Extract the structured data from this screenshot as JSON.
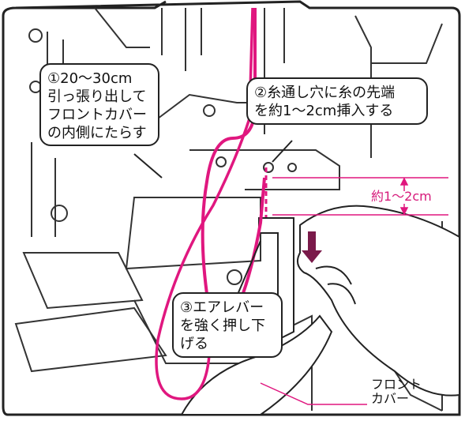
{
  "callouts": {
    "step1": [
      "①20～30cm",
      "引っ張り出して",
      "フロントカバー",
      "の内側にたらす"
    ],
    "step2": [
      "②糸通し穴に糸の先端",
      "を約1～2cm挿入する"
    ],
    "step3": [
      "③エアレバー",
      "を強く押し下",
      "げる"
    ]
  },
  "measure_label": "約1～2cm",
  "front_cover_label": [
    "フロント",
    "カバー"
  ],
  "colors": {
    "thread": "#e0177f",
    "arrow": "#7a1a4a",
    "outline": "#222222",
    "measure": "#e0177f"
  }
}
